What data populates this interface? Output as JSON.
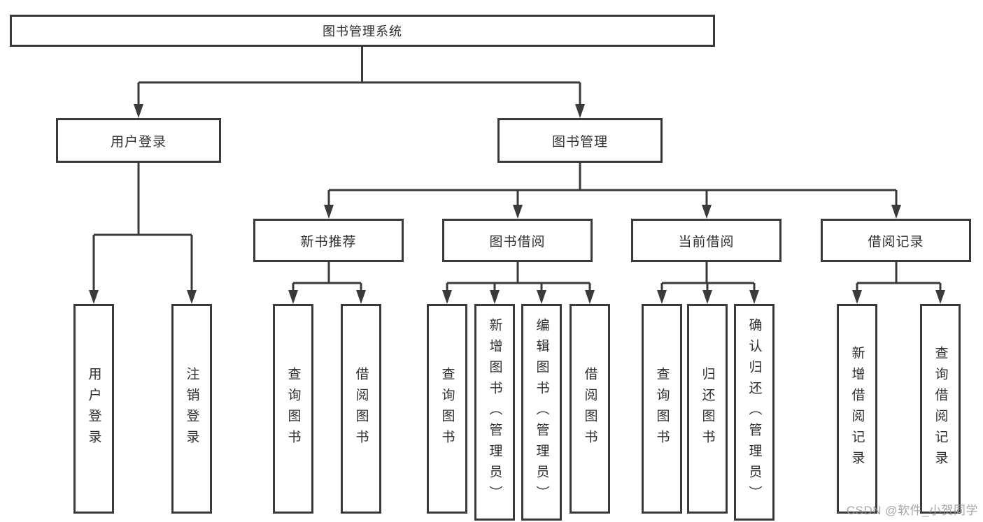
{
  "diagram": {
    "root": {
      "label": "图书管理系统"
    },
    "branches": [
      {
        "label": "用户登录",
        "children": [
          {
            "label": "用户登录"
          },
          {
            "label": "注销登录"
          }
        ]
      },
      {
        "label": "图书管理",
        "children": [
          {
            "label": "新书推荐",
            "children": [
              {
                "label": "查询图书"
              },
              {
                "label": "借阅图书"
              }
            ]
          },
          {
            "label": "图书借阅",
            "children": [
              {
                "label": "查询图书"
              },
              {
                "label": "新增图书（管理员）"
              },
              {
                "label": "编辑图书（管理员）"
              },
              {
                "label": "借阅图书"
              }
            ]
          },
          {
            "label": "当前借阅",
            "children": [
              {
                "label": "查询图书"
              },
              {
                "label": "归还图书"
              },
              {
                "label": "确认归还（管理员）"
              }
            ]
          },
          {
            "label": "借阅记录",
            "children": [
              {
                "label": "新增借阅记录"
              },
              {
                "label": "查询借阅记录"
              }
            ]
          }
        ]
      }
    ]
  },
  "watermark": "CSDN @软件_小贺同学",
  "colors": {
    "line": "#3a3a3a",
    "text": "#2f2f2f",
    "watermark": "#969696"
  }
}
